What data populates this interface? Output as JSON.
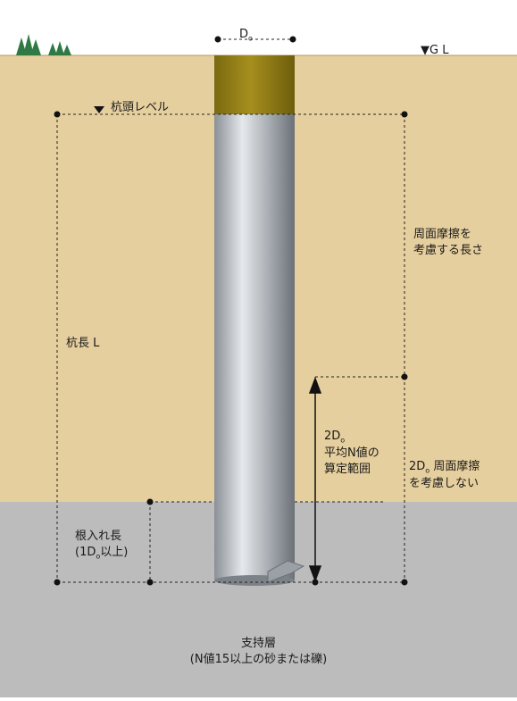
{
  "diagram": {
    "diameter_label": "D",
    "diameter_sub": "o",
    "gl_label": "▼G L",
    "pile_head_label": "杭頭レベル",
    "pile_length_label": "杭長 L",
    "friction_length_label": [
      "周面摩擦を",
      "考慮する長さ"
    ],
    "avg_n_label": [
      "2D",
      "平均N値の",
      "算定範囲"
    ],
    "avg_n_sub": "o",
    "no_friction_label": [
      "2D",
      "周面摩擦",
      "を考慮しない"
    ],
    "no_friction_sub": "o",
    "embed_label": [
      "根入れ長",
      "(1D",
      "以上)"
    ],
    "embed_sub": "o",
    "bearing_label": [
      "支持層",
      "(N値15以上の砂または礫)"
    ]
  },
  "colors": {
    "sky": "#ffffff",
    "soil": "#e6cf9e",
    "bearing_layer": "#bcbcbc",
    "pile_cap": "#8f7a12",
    "pile": "#9aa0a6",
    "trees": "#2f7a44"
  }
}
